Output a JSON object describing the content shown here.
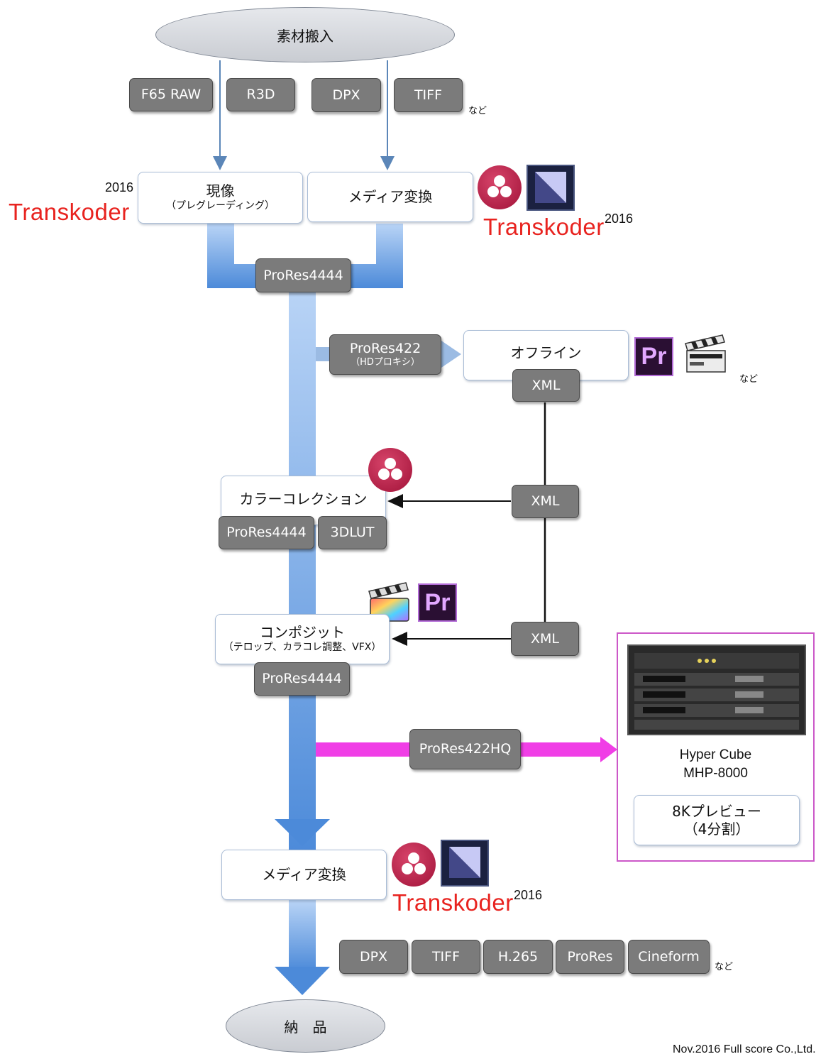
{
  "start_node": "素材搬入",
  "input_formats": [
    "F65 RAW",
    "R3D",
    "DPX",
    "TIFF"
  ],
  "etc_label": "など",
  "develop": {
    "title": "現像",
    "subtitle": "（プレグレーディング）"
  },
  "media_convert_label": "メディア変換",
  "transkoder": {
    "name": "Transkoder",
    "year": "2016"
  },
  "prores4444": "ProRes4444",
  "proxy": {
    "title": "ProRes422",
    "subtitle": "（HDプロキシ）"
  },
  "offline": {
    "title": "オフライン",
    "xml": "XML"
  },
  "xml_label": "XML",
  "color_correction": {
    "title": "カラーコレクション",
    "out1": "ProRes4444",
    "out2": "3DLUT"
  },
  "composite": {
    "title": "コンポジット",
    "subtitle": "（テロップ、カラコレ調整、VFX）",
    "out": "ProRes4444"
  },
  "preview_link": "ProRes422HQ",
  "hyper_cube": {
    "name": "Hyper Cube",
    "model": "MHP-8000",
    "preview_title": "8Kプレビュー",
    "preview_sub": "（4分割）"
  },
  "final_convert": "メディア変換",
  "output_formats": [
    "DPX",
    "TIFF",
    "H.265",
    "ProRes",
    "Cineform"
  ],
  "end_node": "納　品",
  "premiere_label": "Pr",
  "credit": "Nov.2016 Full score Co.,Ltd.",
  "colors": {
    "flow_blue": "#6fa3e4",
    "pink_arrow": "#f03ee6",
    "transkoder_red": "#e8231f",
    "box_gray": "#7b7b7b"
  },
  "icons": [
    "davinci-resolve-icon",
    "media-encoder-icon",
    "premiere-pro-icon",
    "final-cut-pro-icon"
  ]
}
